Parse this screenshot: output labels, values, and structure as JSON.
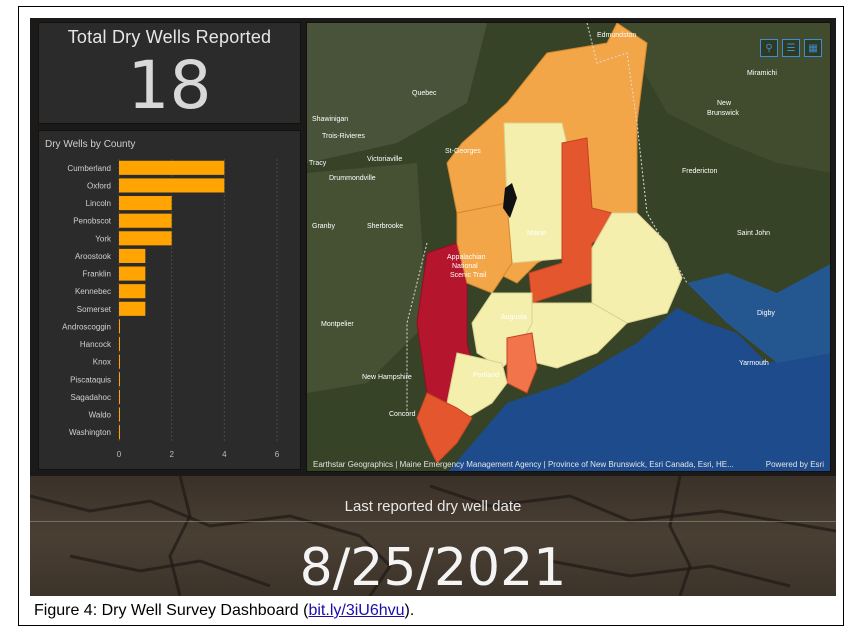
{
  "indicator": {
    "title": "Total Dry Wells Reported",
    "value": "18"
  },
  "chart_data": {
    "type": "bar",
    "orientation": "horizontal",
    "title": "Dry Wells by County",
    "categories": [
      "Cumberland",
      "Oxford",
      "Lincoln",
      "Penobscot",
      "York",
      "Aroostook",
      "Franklin",
      "Kennebec",
      "Somerset",
      "Androscoggin",
      "Hancock",
      "Knox",
      "Piscataquis",
      "Sagadahoc",
      "Waldo",
      "Washington"
    ],
    "values": [
      4,
      4,
      2,
      2,
      2,
      1,
      1,
      1,
      1,
      0,
      0,
      0,
      0,
      0,
      0,
      0
    ],
    "xlim": [
      0,
      6
    ],
    "xticks": [
      "0",
      "2",
      "4",
      "6"
    ],
    "bar_color": "#ffa400",
    "grid": true
  },
  "map": {
    "tools": {
      "search": "search-icon",
      "legend": "list-icon",
      "basemap": "grid-icon"
    },
    "labels": [
      "Edmundston",
      "Miramichi",
      "New",
      "Brunswick",
      "Quebec",
      "Shawinigan",
      "Trois-Rivieres",
      "Victoriaville",
      "St-Georges",
      "Tracy",
      "Drummondville",
      "Fredericton",
      "Granby",
      "Sherbrooke",
      "Maine",
      "Saint John",
      "Appalachian",
      "National",
      "Scenic Trail",
      "Digby",
      "Montpelier",
      "Augusta",
      "Yarmouth",
      "New Hampshire",
      "Portland",
      "Concord"
    ],
    "attribution": "Earthstar Geographics | Maine Emergency Management Agency | Province of New Brunswick, Esri Canada, Esri, HE...",
    "powered_by": "Powered by Esri",
    "colors": {
      "light": "#f5efae",
      "orange": "#f3a54a",
      "red_orange": "#e4572e",
      "dark_red": "#b5162d",
      "water": "#1f4d8f",
      "land": "#3e4a2c"
    }
  },
  "last_date": {
    "label": "Last reported dry well date",
    "value": "8/25/2021"
  },
  "caption": {
    "text": "Figure 4: Dry Well Survey Dashboard (",
    "link": "bit.ly/3iU6hvu",
    "tail": ")."
  }
}
